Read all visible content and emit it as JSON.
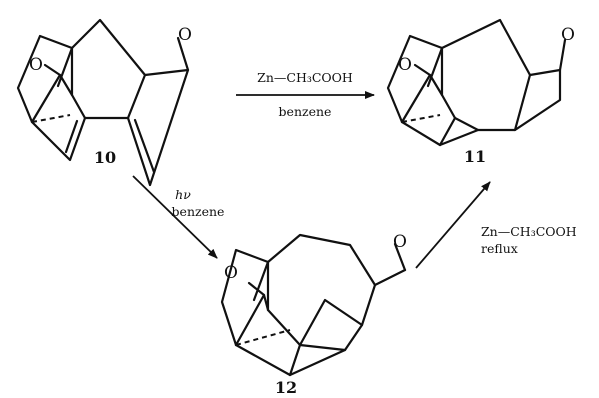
{
  "compounds": {
    "c10": {
      "number": "10"
    },
    "c11": {
      "number": "11"
    },
    "c12": {
      "number": "12"
    }
  },
  "atoms": {
    "oxygen": "O"
  },
  "reactions": {
    "r_10_to_11": {
      "reagent": "Zn—CH₃COOH",
      "solvent": "benzene"
    },
    "r_10_to_12": {
      "reagent": "hν",
      "solvent": "benzene"
    },
    "r_12_to_11": {
      "reagent": "Zn—CH₃COOH",
      "condition": "reflux"
    }
  }
}
